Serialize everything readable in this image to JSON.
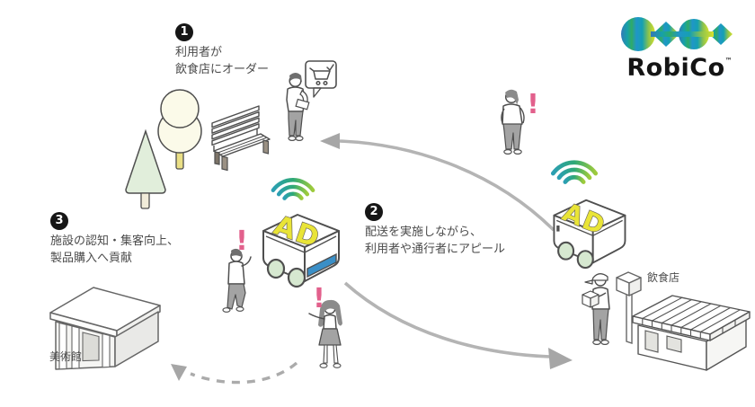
{
  "logo": {
    "name": "RobiCo",
    "trademark": "™"
  },
  "steps": [
    {
      "number": "1",
      "line1": "利用者が",
      "line2": "飲食店にオーダー"
    },
    {
      "number": "2",
      "line1": "配送を実施しながら、",
      "line2": "利用者や通行者にアピール"
    },
    {
      "number": "3",
      "line1": "施設の認知・集客向上、",
      "line2": "製品購入へ貢献"
    }
  ],
  "labels": {
    "museum": "美術館",
    "restaurant": "飲食店"
  },
  "robot": {
    "ad_label": "AD"
  },
  "icons": {
    "exclamation": "!",
    "wifi": "wifi-signal-waves",
    "cart": "shopping-cart-with-checkmark"
  },
  "colors": {
    "ad_yellow": "#e9e437",
    "robot_band_blue": "#3a8fc7",
    "wheel_green": "#d6e8d0",
    "exclamation_pink": "#e2608c",
    "wifi_teal": "#2b9fb3",
    "wifi_green": "#9fcb3b",
    "arrow_gray": "#b0b0b0",
    "tree_cone_green": "#e1eedb",
    "tree_round_cream": "#fbfae9",
    "logo_blue": "#3279b7",
    "logo_teal": "#16a1a8",
    "logo_green": "#2faa68",
    "logo_yellow": "#d8e22c"
  }
}
